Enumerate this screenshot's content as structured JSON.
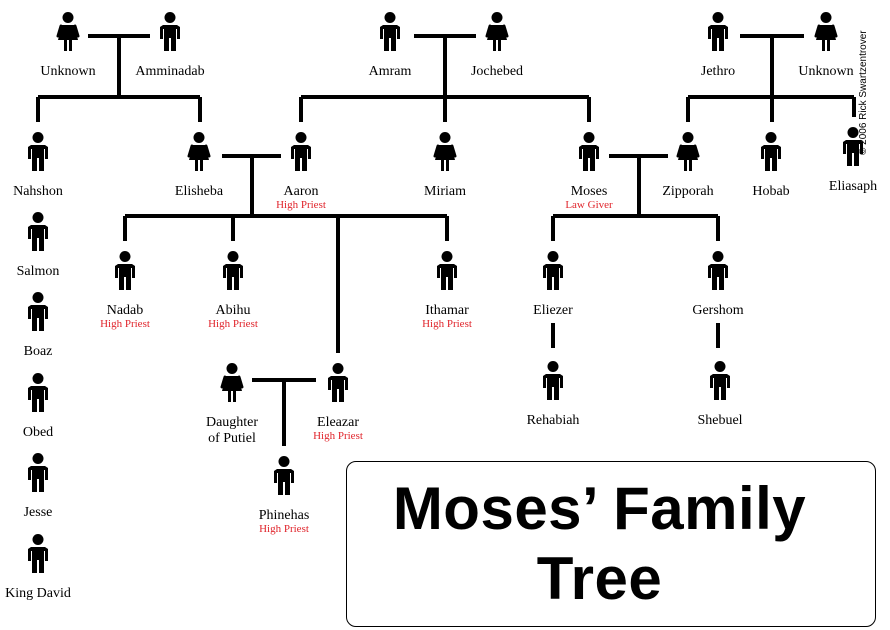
{
  "title_line1": "Moses’ Family",
  "title_line2": "Tree",
  "copyright": "© 2006 Rick Swartzentrover",
  "colors": {
    "line": "#000000",
    "title_accent": "#e0242b"
  },
  "people": [
    {
      "id": "unknown-1",
      "name": "Unknown",
      "gender": "female"
    },
    {
      "id": "amminadab",
      "name": "Amminadab",
      "gender": "male"
    },
    {
      "id": "nahshon",
      "name": "Nahshon",
      "gender": "male"
    },
    {
      "id": "elisheba",
      "name": "Elisheba",
      "gender": "female"
    },
    {
      "id": "salmon",
      "name": "Salmon",
      "gender": "male"
    },
    {
      "id": "boaz",
      "name": "Boaz",
      "gender": "male"
    },
    {
      "id": "obed",
      "name": "Obed",
      "gender": "male"
    },
    {
      "id": "jesse",
      "name": "Jesse",
      "gender": "male"
    },
    {
      "id": "king-david",
      "name": "King David",
      "gender": "male"
    },
    {
      "id": "amram",
      "name": "Amram",
      "gender": "male"
    },
    {
      "id": "jochebed",
      "name": "Jochebed",
      "gender": "female"
    },
    {
      "id": "aaron",
      "name": "Aaron",
      "title": "High Priest",
      "gender": "male"
    },
    {
      "id": "miriam",
      "name": "Miriam",
      "gender": "female"
    },
    {
      "id": "moses",
      "name": "Moses",
      "title": "Law Giver",
      "gender": "male"
    },
    {
      "id": "jethro",
      "name": "Jethro",
      "gender": "male"
    },
    {
      "id": "unknown-2",
      "name": "Unknown",
      "gender": "female"
    },
    {
      "id": "zipporah",
      "name": "Zipporah",
      "gender": "female"
    },
    {
      "id": "hobab",
      "name": "Hobab",
      "gender": "male"
    },
    {
      "id": "eliasaph",
      "name": "Eliasaph",
      "gender": "male"
    },
    {
      "id": "nadab",
      "name": "Nadab",
      "title": "High Priest",
      "gender": "male"
    },
    {
      "id": "abihu",
      "name": "Abihu",
      "title": "High Priest",
      "gender": "male"
    },
    {
      "id": "ithamar",
      "name": "Ithamar",
      "title": "High Priest",
      "gender": "male"
    },
    {
      "id": "daughter-of-putiel",
      "name": "Daughter",
      "name2": "of Putiel",
      "gender": "female"
    },
    {
      "id": "eleazar",
      "name": "Eleazar",
      "title": "High Priest",
      "gender": "male"
    },
    {
      "id": "phinehas",
      "name": "Phinehas",
      "title": "High Priest",
      "gender": "male"
    },
    {
      "id": "eliezer",
      "name": "Eliezer",
      "gender": "male"
    },
    {
      "id": "gershom",
      "name": "Gershom",
      "gender": "male"
    },
    {
      "id": "rehabiah",
      "name": "Rehabiah",
      "gender": "male"
    },
    {
      "id": "shebuel",
      "name": "Shebuel",
      "gender": "male"
    }
  ]
}
